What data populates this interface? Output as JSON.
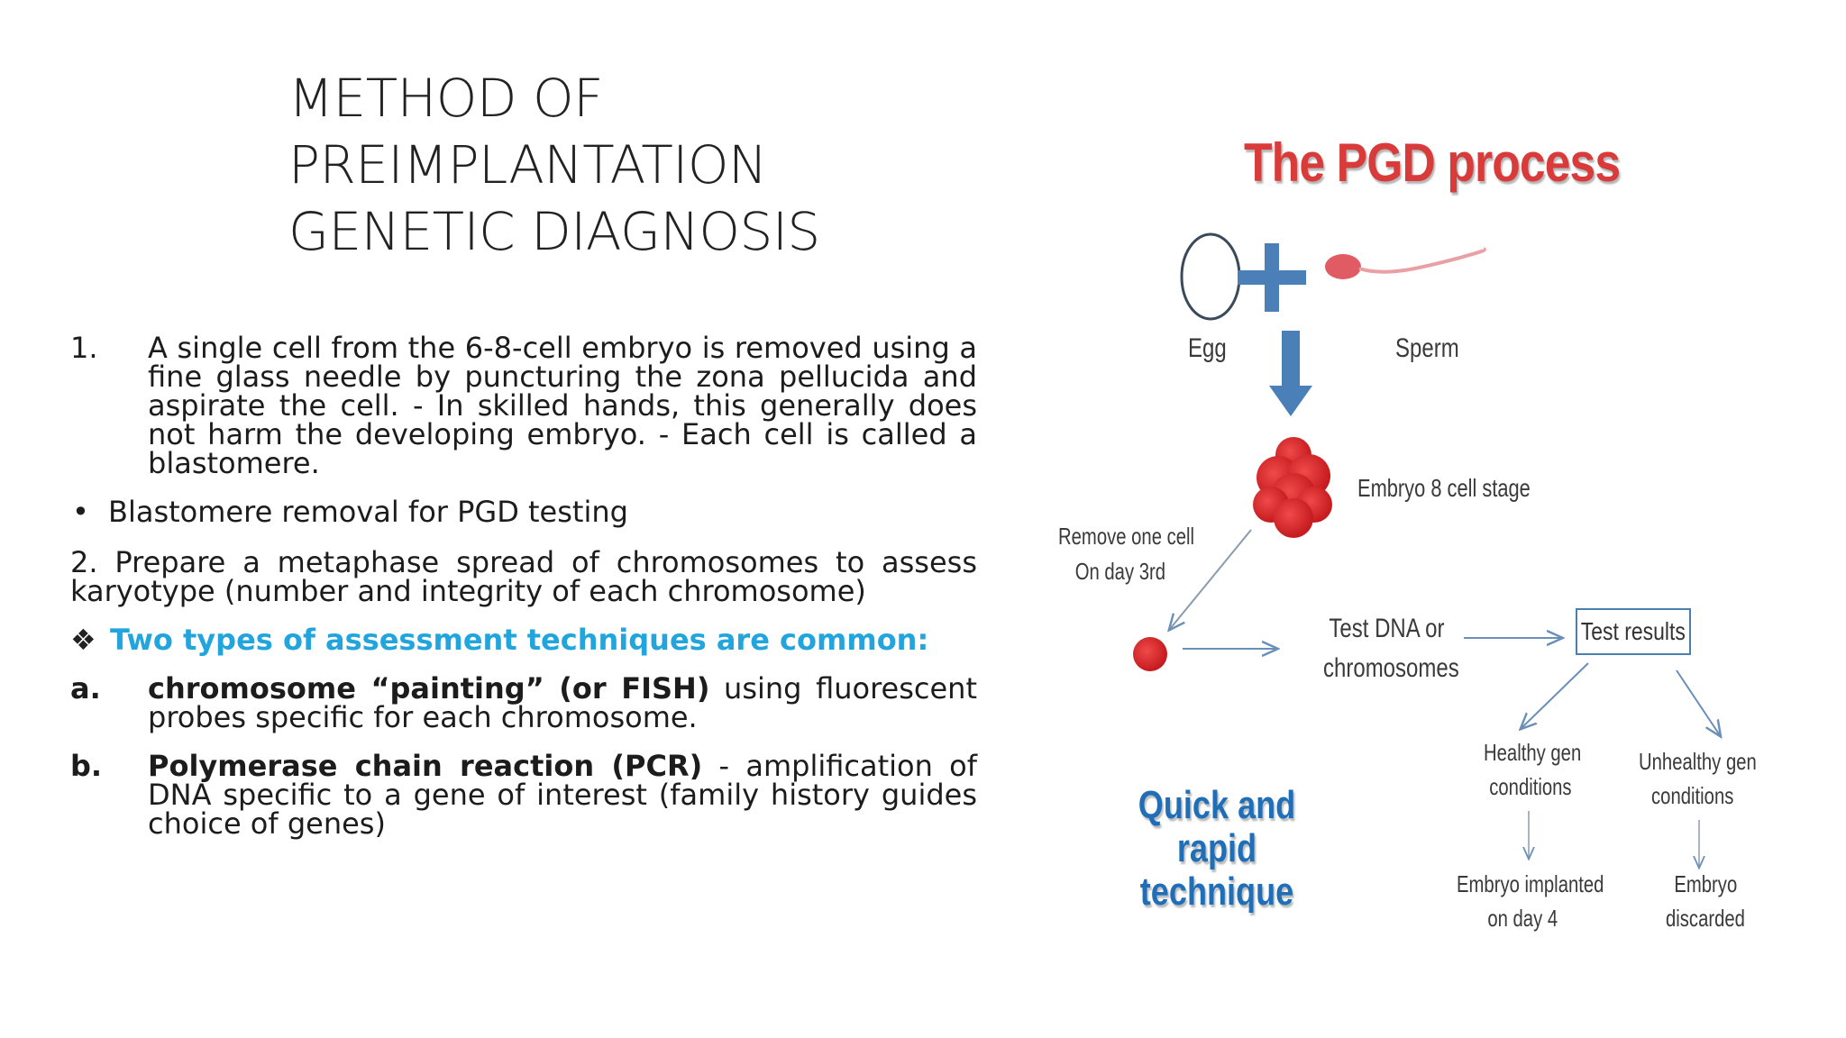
{
  "title": {
    "line1": "METHOD OF",
    "line2": "PREIMPLANTATION",
    "line3": "GENETIC DIAGNOSIS"
  },
  "content": {
    "item1_num": "1.",
    "item1_text": "A single cell from the 6-8-cell embryo is removed using a fine glass needle by puncturing the zona pellucida and aspirate the cell. - In skilled hands, this generally does not harm the developing embryo. - Each cell is called a blastomere.",
    "bullet_mark": "•",
    "bullet_text": "Blastomere removal for PGD testing",
    "item2_text": "2. Prepare a metaphase spread of chromosomes to assess karyotype (number and integrity of each chromosome)",
    "diamond_mark": "❖",
    "diamond_text": "Two types of assessment techniques are common:",
    "a_label": "a.",
    "a_bold": "chromosome “painting” (or FISH)",
    "a_rest": " using fluorescent probes specific for each chromosome.",
    "b_label": "b.",
    "b_bold": "Polymerase chain reaction (PCR)",
    "b_rest": " - amplification of DNA specific to a gene of interest (family history guides choice of genes)"
  },
  "diagram": {
    "title": "The PGD process",
    "egg": "Egg",
    "sperm": "Sperm",
    "embryo_stage": "Embryo 8 cell stage",
    "remove_line1": "Remove one cell",
    "remove_line2": "On day 3rd",
    "test_line1": "Test DNA or",
    "test_line2": "chromosomes",
    "test_results": "Test results",
    "healthy_line1": "Healthy gen",
    "healthy_line2": "conditions",
    "unhealthy_line1": "Unhealthy gen",
    "unhealthy_line2": "conditions",
    "implanted_line1": "Embryo implanted",
    "implanted_line2": "on day 4",
    "discarded_line1": "Embryo",
    "discarded_line2": "discarded",
    "quick_line1": "Quick and rapid",
    "quick_line2": "technique",
    "colors": {
      "title_red": "#d93b3b",
      "arrow_blue": "#4a7fb8",
      "embryo_red": "#d41f24",
      "quick_blue": "#1f6fb8",
      "accent_cyan": "#21a5dc"
    }
  }
}
